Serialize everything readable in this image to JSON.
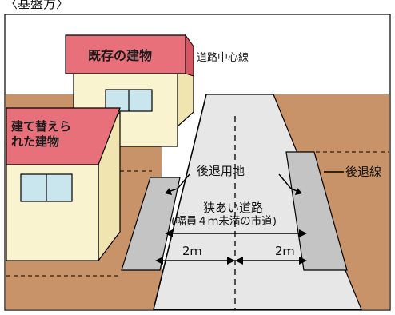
{
  "top_caption": "〈基盤方〉",
  "labels": {
    "existing_building": "既存の建物",
    "rebuilt_building_line1": "建て替えら",
    "rebuilt_building_line2": "れた建物",
    "road_centerline": "道路中心線",
    "setback_line": "後退線",
    "setback_land": "後退用地",
    "narrow_road_line1": "狭あい道路",
    "narrow_road_line2": "(幅員４ｍ未満の市道)",
    "dim_left": "2ｍ",
    "dim_right": "2ｍ"
  },
  "colors": {
    "ground": "#c9936a",
    "road": "#e7e7e7",
    "setback_strip": "#c4c4c4",
    "house_wall": "#faf3cf",
    "house_side": "#f0e4b0",
    "roof": "#e8707a",
    "roof_dark": "#d85562",
    "window": "#c9e6ee",
    "line": "#000000"
  }
}
